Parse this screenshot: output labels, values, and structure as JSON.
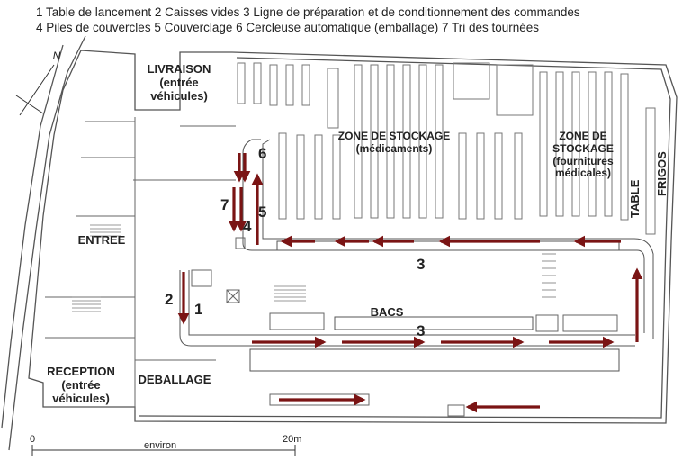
{
  "legend": {
    "line1": "1 Table de lancement    2 Caisses vides    3 Ligne de préparation et de conditionnement des commandes",
    "line2": "4 Piles de couvercles    5 Couverclage    6 Cercleuse automatique (emballage)    7 Tri des tournées"
  },
  "labels": {
    "livraison": "LIVRAISON",
    "livraison_sub1": "(entrée",
    "livraison_sub2": "véhicules)",
    "zone_stock_1": "ZONE DE STOCKAGE",
    "zone_stock_1_sub": "(médicaments)",
    "zone_stock_2a": "ZONE DE",
    "zone_stock_2b": "STOCKAGE",
    "zone_stock_2_sub1": "(fournitures",
    "zone_stock_2_sub2": "médicales)",
    "table": "TABLE",
    "frigos": "FRIGOS",
    "entree": "ENTREE",
    "bacs": "BACS",
    "reception": "RECEPTION",
    "reception_sub1": "(entrée",
    "reception_sub2": "véhicules)",
    "deballage": "DEBALLAGE",
    "north": "N"
  },
  "numbers": {
    "n1": "1",
    "n2": "2",
    "n3a": "3",
    "n3b": "3",
    "n4": "4",
    "n5": "5",
    "n6": "6",
    "n7": "7"
  },
  "scale": {
    "start": "0",
    "end": "20m",
    "caption": "environ"
  },
  "colors": {
    "arrow": "#7a1414",
    "wall": "#555555",
    "line": "#888888"
  }
}
